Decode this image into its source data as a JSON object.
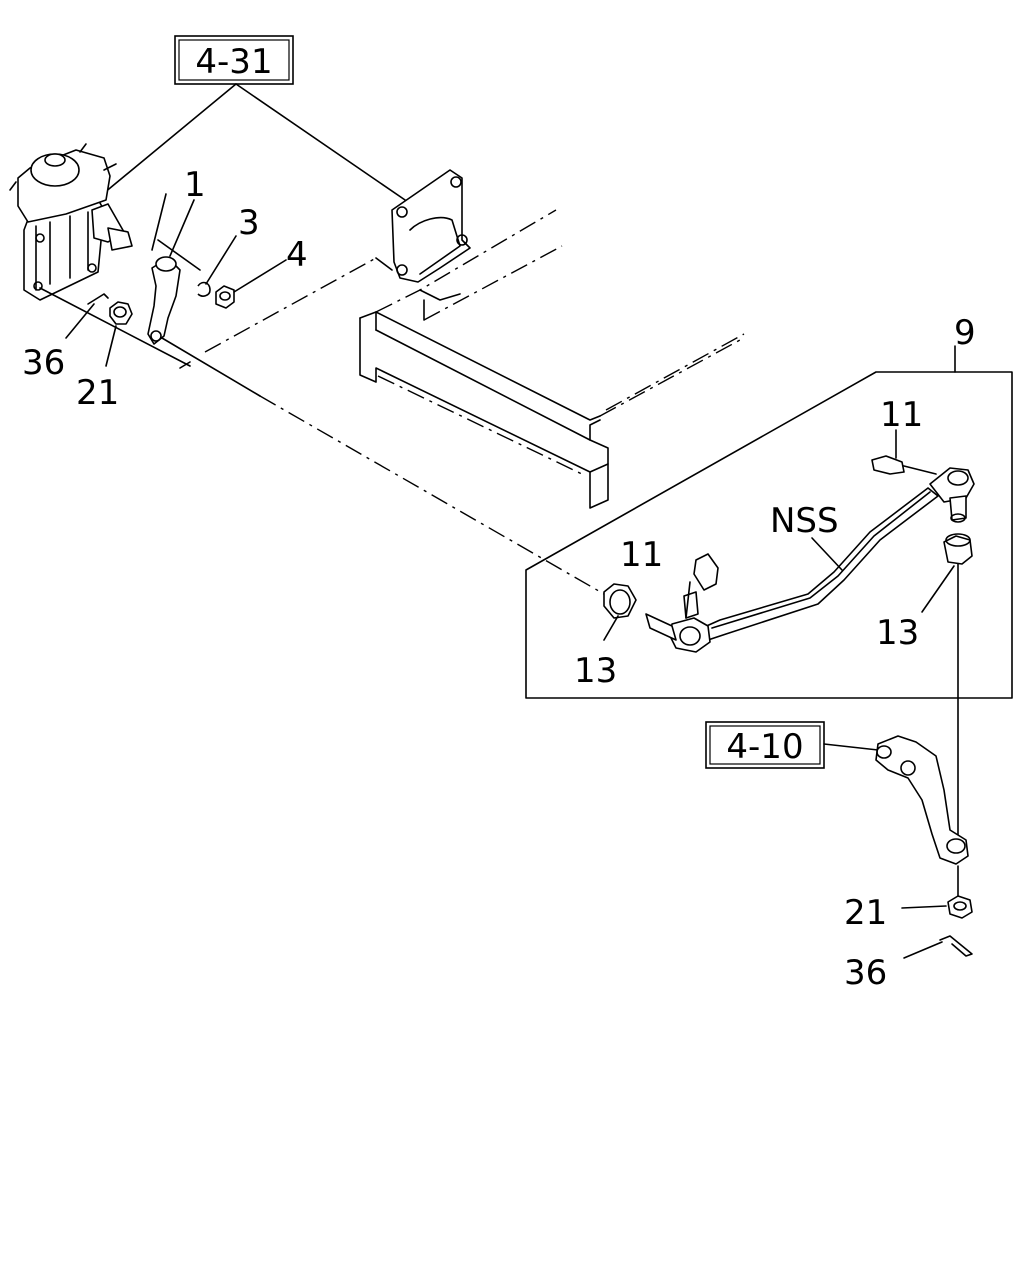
{
  "references": {
    "ref_top": "4-31",
    "ref_bottom": "4-10"
  },
  "callouts": {
    "c1": "1",
    "c3": "3",
    "c4": "4",
    "c36_left": "36",
    "c21_left": "21",
    "c9": "9",
    "c11_top": "11",
    "c11_mid": "11",
    "nss": "NSS",
    "c13_left": "13",
    "c13_right": "13",
    "c21_right": "21",
    "c36_right": "36"
  }
}
